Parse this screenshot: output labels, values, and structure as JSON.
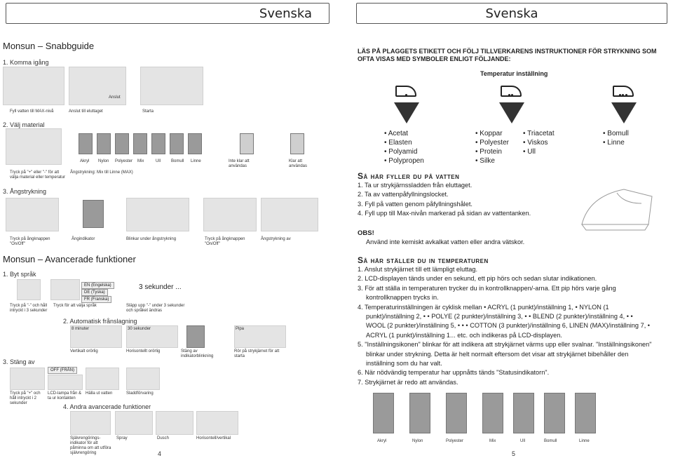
{
  "left": {
    "header": "Svenska",
    "title1": "Monsun – Snabbguide",
    "step1": "1. Komma igång",
    "step1_captions": [
      "Fyll vatten till MAX-nivå",
      "Anslut till eluttaget",
      "Starta"
    ],
    "anslut": "Anslut",
    "step2": "2. Välj material",
    "material_labels": [
      "Akryl",
      "Nylon",
      "Polyester",
      "Mix",
      "Ull",
      "Bomull",
      "Linne"
    ],
    "not_ready": "Inte klar att användas",
    "ready": "Klar att användas",
    "step2_caption": "Tryck på \"+\" eller \"-\" för att välja material eller temperatur",
    "steam_mix": "Ångstrykning: Mix till Linne (MAX)",
    "step3": "3. Ångstrykning",
    "step3_captions": [
      "Tryck på ångknappen \"On/Off\"",
      "Ångindikator",
      "Blinkar under ångstrykning",
      "Tryck på ångknappen \"On/Off\"",
      "Ångstrykning av"
    ],
    "title2": "Monsun – Avancerade funktioner",
    "adv1": "1. Byt språk",
    "langs": [
      "EN (Engelska)",
      "DE (Tyska)",
      "FR (Franska)"
    ],
    "three_sec": "3 sekunder ...",
    "adv1_captions": [
      "Tryck på \"-\" och håll intryckt i 3 sekunder",
      "Tryck för att välja språk",
      "Släpp upp \"-\" under 3 sekunder och språket ändras"
    ],
    "adv2": "2. Automatisk frånslagning",
    "auto_labels": [
      "8 minuter",
      "30 sekunder",
      "Pipa"
    ],
    "adv2_captions": [
      "Vertikalt orörlig",
      "Horisontellt orörlig",
      "Stäng av indikatorblinkning",
      "Rör på strykjärnet för att starta"
    ],
    "adv3": "3. Stäng av",
    "off_label": "OFF (FRÅN)",
    "adv3_captions": [
      "Tryck på \"+\" och håll intryckt i 2 sekunder",
      "LCD-lampa från & ta ur kontakten",
      "Hälla ut vatten",
      "Sladdförvaring"
    ],
    "adv4": "4. Andra avancerade funktioner",
    "adv4_captions": [
      "Självrengörings-indikator för att påminna om att utföra självrengöring",
      "Spray",
      "Dusch",
      "Horisontell/vertikal"
    ],
    "page_number": "4"
  },
  "right": {
    "header": "Svenska",
    "intro": "LÄS PÅ PLAGGETS ETIKETT OCH FÖLJ TILLVERKARENS INSTRUKTIONER FÖR STRYKNING SOM OFTA VISAS MED SYMBOLER ENLIGT FÖLJANDE:",
    "temp_heading": "Temperatur inställning",
    "col1": [
      "Acetat",
      "Elasten",
      "Polyamid",
      "Polypropen"
    ],
    "col2a": [
      "Koppar",
      "Polyester",
      "Protein",
      "Silke"
    ],
    "col2b": [
      "Triacetat",
      "Viskos",
      "Ull"
    ],
    "col3": [
      "Bomull",
      "Linne"
    ],
    "fill_heading": "Så här fyller du på vatten",
    "fill_steps": [
      "1.  Ta ur strykjärnssladden från eluttaget.",
      "2.  Ta av vattenpåfyllningslocket.",
      "3.  Fyll på vatten genom påfyllningshålet.",
      "4.  Fyll upp till Max-nivån markerad på sidan av vattentanken."
    ],
    "obs": "OBS!",
    "obs_text": "Använd inte kemiskt avkalkat vatten eller andra vätskor.",
    "temp_set_heading": "Så här ställer du in temperaturen",
    "temp_steps": [
      "1.  Anslut strykjärnet till ett lämpligt eluttag.",
      "2.  LCD-displayen tänds under en sekund, ett pip hörs och sedan slutar indikationen.",
      "3.  För att ställa in temperaturen trycker du in kontrollknappen/-arna. Ett pip hörs varje gång kontrollknappen trycks in.",
      "4.  Temperaturinställningen är cyklisk mellan • ACRYL (1 punkt)/inställning 1, • NYLON (1 punkt)/inställning 2, • • POLYE (2 punkter)/inställning 3, • • BLEND (2 punkter)/inställning 4, • • WOOL (2 punkter)/inställning 5, • • • COTTON (3 punkter)/inställning 6, LINEN (MAX)/inställning 7, • ACRYL (1 punkt)/inställning 1... etc. och indikeras på LCD-displayen.",
      "5.  \"Inställningsikonen\" blinkar för att indikera att strykjärnet värms upp eller svalnar. \"Inställningsikonen\" blinkar under strykning. Detta är helt normalt eftersom det visar att strykjärnet bibehåller den inställning som du har valt.",
      "6.  När nödvändig temperatur har uppnåtts tänds \"Statusindikatorn\".",
      "7.  Strykjärnet är redo att användas."
    ],
    "lcd_labels": [
      "Akryl",
      "Nylon",
      "Polyester",
      "Mix",
      "Ull",
      "Bomull",
      "Linne"
    ],
    "page_number": "5"
  },
  "colors": {
    "text": "#222222",
    "photo": "#e4e4e4",
    "lcd": "#9a9a9a"
  }
}
